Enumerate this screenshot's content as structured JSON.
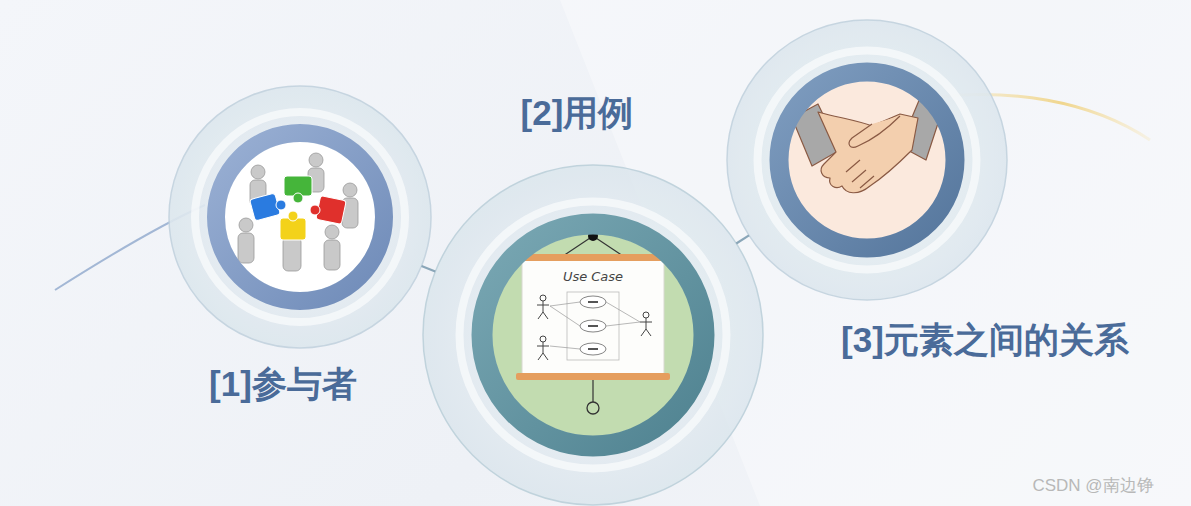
{
  "diagram": {
    "nodes": [
      {
        "text": [
          "[1]参与者"
        ]
      },
      {
        "text": [
          "[2]用例"
        ]
      },
      {
        "text": [
          "[3]元素之间的关系"
        ]
      }
    ],
    "edges": [
      {
        "from": 0,
        "to": 1,
        "arrow": "none"
      },
      {
        "from": 1,
        "to": 2,
        "arrow": "none"
      }
    ],
    "labels": [
      "Use Case",
      "CSDN @南边铮"
    ]
  }
}
